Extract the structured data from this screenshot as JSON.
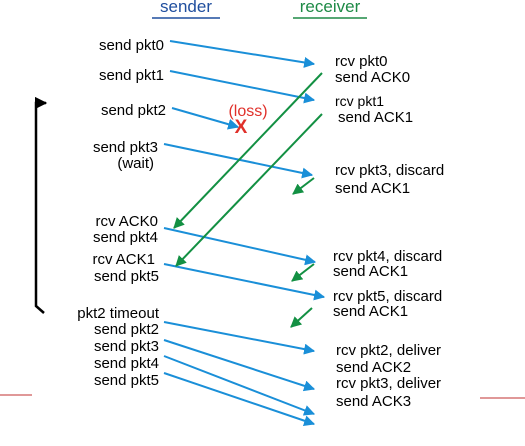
{
  "headers": {
    "sender": "sender",
    "receiver": "receiver"
  },
  "sender_events": [
    "send pkt0",
    "send pkt1",
    "send pkt2",
    "send pkt3",
    "(wait)",
    "rcv ACK0",
    "send pkt4",
    "rcv ACK1",
    "send pkt5",
    "pkt2 timeout",
    "send pkt2",
    "send pkt3",
    "send pkt4",
    "send pkt5"
  ],
  "receiver_events": [
    "rcv pkt0",
    "send ACK0",
    "rcv pkt1",
    "send ACK1",
    "rcv pkt3, discard",
    "send ACK1",
    "rcv pkt4, discard",
    "send ACK1",
    "rcv pkt5, discard",
    "send ACK1",
    "rcv pkt2, deliver",
    "send ACK2",
    "rcv pkt3, deliver",
    "send ACK3"
  ],
  "loss_label": "(loss)",
  "loss_mark": "X",
  "colors": {
    "header_sender": "#1f4e9e",
    "header_receiver": "#1e8a46",
    "data_arrow": "#1a8fd8",
    "ack_arrow": "#139043",
    "loss": "#e0302a",
    "timeout_bracket": "#000000",
    "margin_line": "#c23030"
  }
}
